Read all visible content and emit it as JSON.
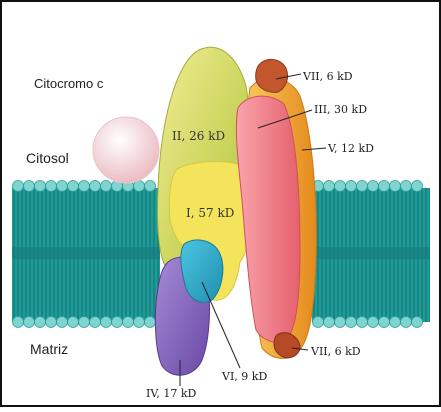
{
  "labels": {
    "citocromo": "Citocromo c",
    "citosol": "Citosol",
    "matriz": "Matriz",
    "sub_ii": "II, 26 kD",
    "sub_i": "I, 57 kD",
    "sub_vii_top": "VII, 6 kD",
    "sub_iii": "III, 30 kD",
    "sub_v": "V, 12 kD",
    "sub_vii_bottom": "VII, 6 kD",
    "sub_vi": "VI, 9 kD",
    "sub_iv": "IV, 17 kD"
  },
  "colors": {
    "membrane": "#1f9c9a",
    "membrane_head": "#7fd4d0",
    "subunit_ii": "#d8e06a",
    "subunit_i": "#f3e35a",
    "subunit_iii": "#f07a84",
    "subunit_v": "#f4a531",
    "subunit_vii": "#c2562c",
    "subunit_vi": "#2aa6c4",
    "subunit_iv": "#8a68c0",
    "cytochrome_c": "#f6dadd"
  }
}
